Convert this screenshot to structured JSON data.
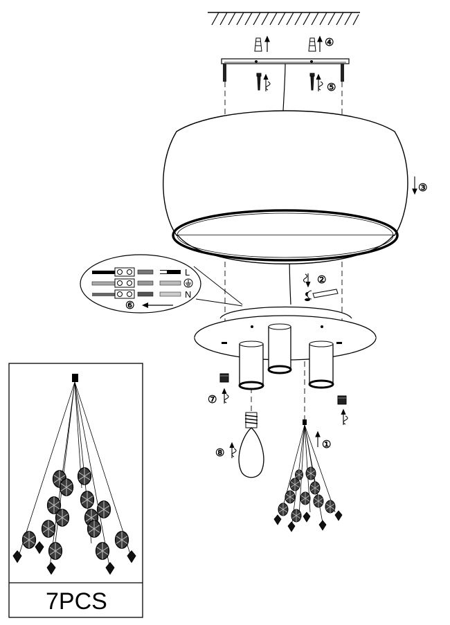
{
  "wiring": {
    "label_l": "L",
    "label_n": "N"
  },
  "steps": [
    "①",
    "②",
    "③",
    "④",
    "⑤",
    "⑥",
    "⑦",
    "⑧"
  ],
  "inset": {
    "quantity": "7PCS"
  },
  "icons": [
    "ceiling-hatch-icon",
    "earth-ground-icon",
    "rotate-icon",
    "arrow-up-icon",
    "arrow-down-icon",
    "screw-icon",
    "wall-plug-icon",
    "bulb-icon",
    "crystal-drop-icon"
  ]
}
